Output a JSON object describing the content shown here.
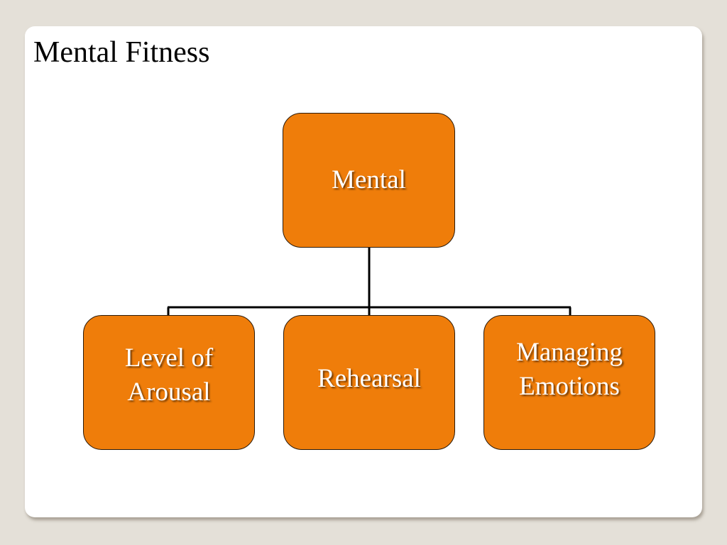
{
  "slide": {
    "title": "Mental Fitness"
  },
  "diagram": {
    "root": {
      "label": "Mental"
    },
    "children": [
      {
        "lines": [
          "Level of",
          "Arousal"
        ]
      },
      {
        "lines": [
          "Rehearsal"
        ]
      },
      {
        "lines": [
          "Managing",
          "Emotions"
        ]
      }
    ]
  },
  "colors": {
    "node_fill": "#ef7d0a",
    "node_border": "#2a1a0a",
    "node_text": "#ffffff",
    "background": "#e4e0d8",
    "slide": "#ffffff"
  }
}
